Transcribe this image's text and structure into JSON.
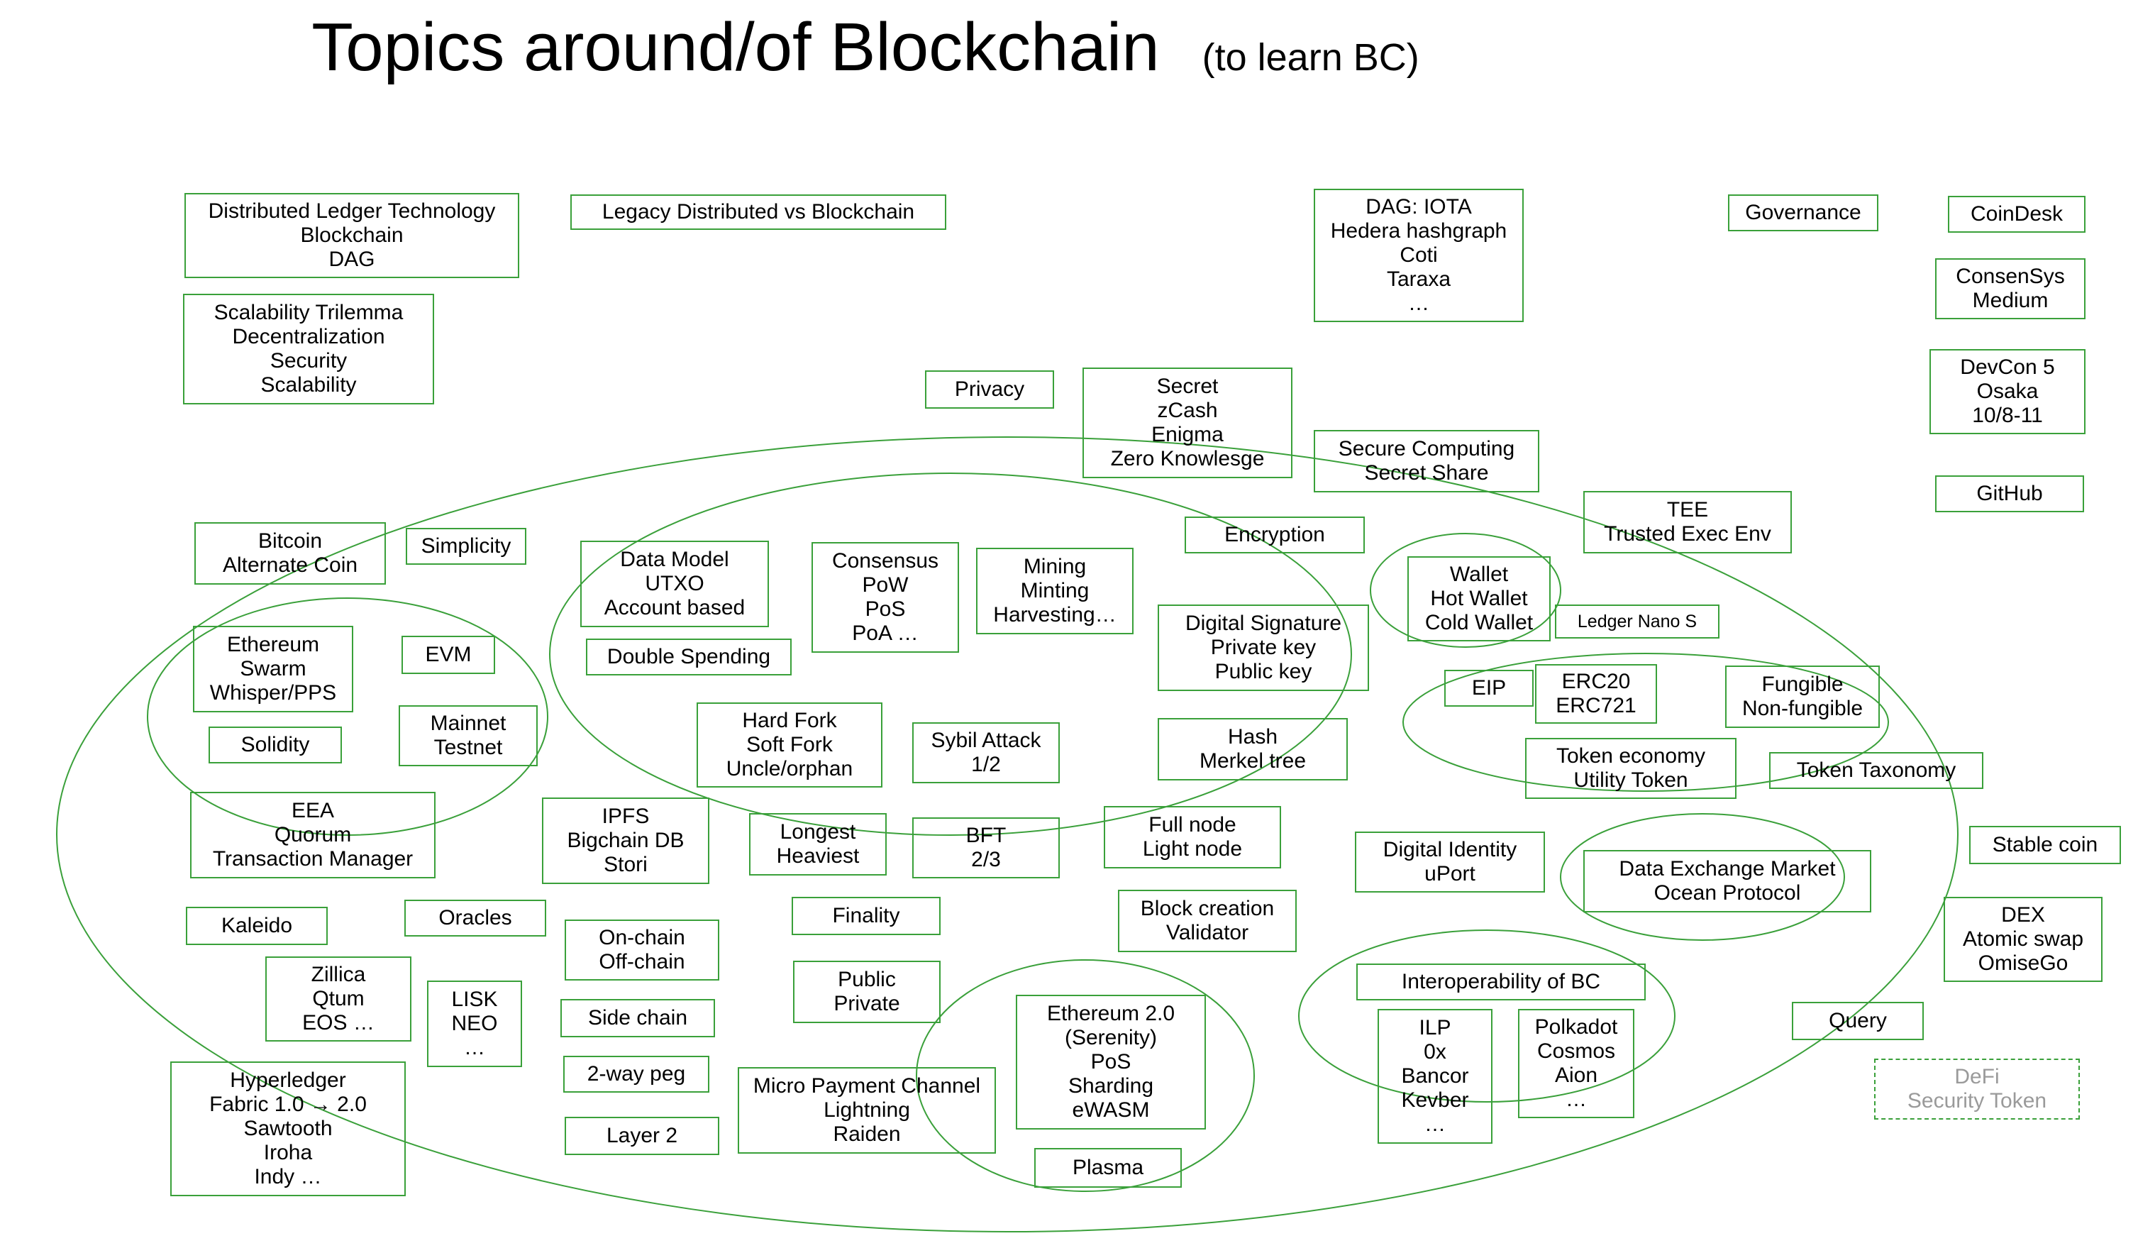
{
  "title": {
    "main": "Topics around/of Blockchain",
    "sub": "(to learn BC)"
  },
  "colors": {
    "border": "#3aa03a",
    "ellipse": "#3aa03a",
    "muted_text": "#9a9a9a"
  },
  "topics": {
    "dlt": [
      "Distributed Ledger Technology",
      "Blockchain",
      "DAG"
    ],
    "legacy": [
      "Legacy Distributed vs Blockchain"
    ],
    "dag_iota": [
      "DAG: IOTA",
      "Hedera hashgraph",
      "Coti",
      "Taraxa",
      "…"
    ],
    "governance": [
      "Governance"
    ],
    "coindesk": [
      "CoinDesk"
    ],
    "consensys": [
      "ConsenSys",
      "Medium"
    ],
    "scalability": [
      "Scalability Trilemma",
      "Decentralization",
      "Security",
      "Scalability"
    ],
    "privacy": [
      "Privacy"
    ],
    "secret": [
      "Secret",
      "zCash",
      "Enigma",
      "Zero Knowlesge"
    ],
    "secure_computing": [
      "Secure Computing",
      "Secret Share"
    ],
    "devcon": [
      "DevCon 5",
      "Osaka",
      "10/8-11"
    ],
    "github": [
      "GitHub"
    ],
    "tee": [
      "TEE",
      "Trusted Exec Env"
    ],
    "bitcoin": [
      "Bitcoin",
      "Alternate Coin"
    ],
    "simplicity": [
      "Simplicity"
    ],
    "data_model": [
      "Data Model",
      "UTXO",
      "Account based"
    ],
    "consensus": [
      "Consensus",
      "PoW",
      "PoS",
      "PoA …"
    ],
    "mining": [
      "Mining",
      "Minting",
      "Harvesting…"
    ],
    "encryption": [
      "Encryption"
    ],
    "wallet": [
      "Wallet",
      "Hot Wallet",
      "Cold Wallet"
    ],
    "ledger_nano": [
      "Ledger Nano S"
    ],
    "digital_signature": [
      "Digital Signature",
      "Private key",
      "Public key"
    ],
    "ethereum": [
      "Ethereum",
      "Swarm",
      "Whisper/PPS"
    ],
    "evm": [
      "EVM"
    ],
    "double_spending": [
      "Double Spending"
    ],
    "eip": [
      "EIP"
    ],
    "erc": [
      "ERC20",
      "ERC721"
    ],
    "fungible": [
      "Fungible",
      "Non-fungible"
    ],
    "solidity": [
      "Solidity"
    ],
    "mainnet": [
      "Mainnet",
      "Testnet"
    ],
    "hard_fork": [
      "Hard Fork",
      "Soft Fork",
      "Uncle/orphan"
    ],
    "sybil": [
      "Sybil Attack",
      "1/2"
    ],
    "hash": [
      "Hash",
      "Merkel tree"
    ],
    "token_economy": [
      "Token economy",
      "Utility Token"
    ],
    "token_taxonomy": [
      "Token Taxonomy"
    ],
    "eea": [
      "EEA",
      "Quorum",
      "Transaction Manager"
    ],
    "ipfs": [
      "IPFS",
      "Bigchain DB",
      "Stori"
    ],
    "longest": [
      "Longest",
      "Heaviest"
    ],
    "bft": [
      "BFT",
      "2/3"
    ],
    "full_node": [
      "Full node",
      "Light node"
    ],
    "digital_identity": [
      "Digital Identity",
      "uPort"
    ],
    "stable_coin": [
      "Stable coin"
    ],
    "data_exchange": [
      "Data Exchange Market",
      "Ocean Protocol"
    ],
    "kaleido": [
      "Kaleido"
    ],
    "oracles": [
      "Oracles"
    ],
    "finality": [
      "Finality"
    ],
    "block_creation": [
      "Block creation",
      "Validator"
    ],
    "dex": [
      "DEX",
      "Atomic swap",
      "OmiseGo"
    ],
    "on_chain": [
      "On-chain",
      "Off-chain"
    ],
    "zillica": [
      "Zillica",
      "Qtum",
      "EOS …"
    ],
    "public_private": [
      "Public",
      "Private"
    ],
    "interoperability": [
      "Interoperability of BC"
    ],
    "lisk": [
      "LISK",
      "NEO",
      "…"
    ],
    "side_chain": [
      "Side chain"
    ],
    "eth2": [
      "Ethereum 2.0",
      "(Serenity)",
      "PoS",
      "Sharding",
      "eWASM"
    ],
    "ilp": [
      "ILP",
      "0x",
      "Bancor",
      "Kevber",
      "…"
    ],
    "polkadot": [
      "Polkadot",
      "Cosmos",
      "Aion",
      "…"
    ],
    "query": [
      "Query"
    ],
    "defi": [
      "DeFi",
      "Security Token"
    ],
    "hyperledger": [
      "Hyperledger",
      "Fabric 1.0 → 2.0",
      "Sawtooth",
      "Iroha",
      "Indy …"
    ],
    "two_way_peg": [
      "2-way peg"
    ],
    "micro_payment": [
      "Micro Payment Channel",
      "Lightning",
      "Raiden"
    ],
    "layer2": [
      "Layer 2"
    ],
    "plasma": [
      "Plasma"
    ]
  }
}
